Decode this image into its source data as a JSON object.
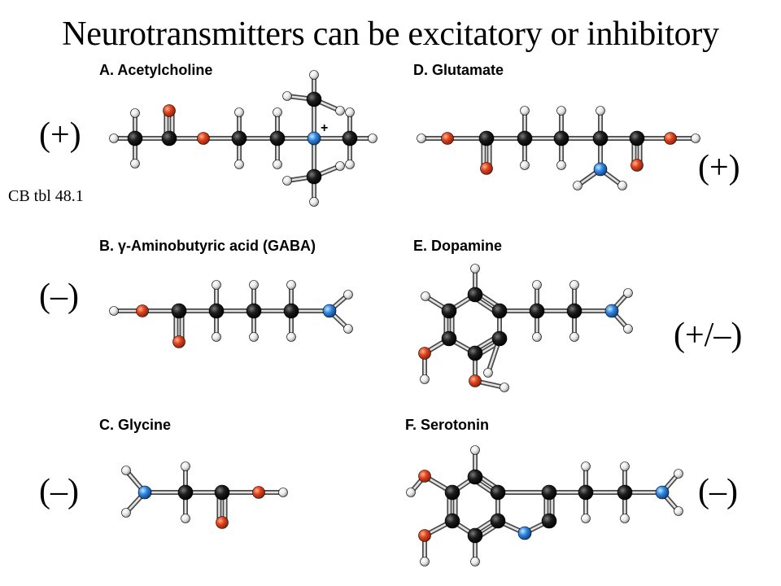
{
  "title": "Neurotransmitters can be excitatory or inhibitory",
  "source_note": "CB tbl 48.1",
  "atom_colors": {
    "carbon": "#151515",
    "oxygen": "#e0421e",
    "nitrogen": "#2f86e0",
    "hydrogen": "#e6e6e6"
  },
  "panels": [
    {
      "label": "A.  Acetylcholine",
      "effect": "(+)",
      "charge_mark": "+"
    },
    {
      "label": "B.  γ-Aminobutyric acid (GABA)",
      "effect": "(–)"
    },
    {
      "label": "C.  Glycine",
      "effect": "(–)"
    },
    {
      "label": "D.  Glutamate",
      "effect": "(+)"
    },
    {
      "label": "E.  Dopamine",
      "effect": "(+/–)"
    },
    {
      "label": "F.  Serotonin",
      "effect": "(–)"
    }
  ]
}
